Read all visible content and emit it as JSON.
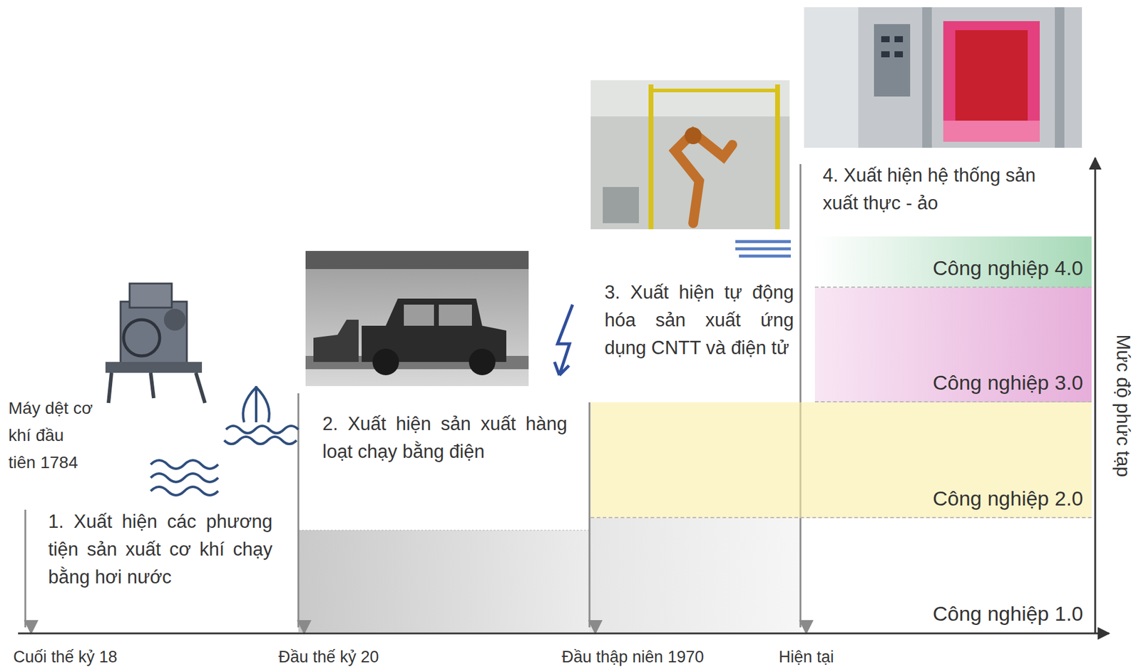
{
  "diagram": {
    "nodes": [
      {
        "text": [
          "Công nghiệp 4.0"
        ]
      },
      {
        "text": [
          "Công nghiệp 3.0"
        ]
      },
      {
        "text": [
          "Công nghiệp 2.0"
        ]
      },
      {
        "text": [
          "Công nghiệp 1.0"
        ]
      }
    ],
    "labels": [
      "Máy dệt cơ khí đầu tiên 1784",
      "1. Xuất hiện các phương tiện sản xuất cơ khí chạy bằng hơi nước",
      "2. Xuất hiện sản xuất hàng loạt chạy bằng điện",
      "3. Xuất hiện tự động hóa sản xuất ứng dụng CNTT và điện tử",
      "4. Xuất hiện hệ thống sản xuất thực - ảo",
      "Cuối thế kỷ 18",
      "Đầu thế kỷ 20",
      "Đầu thập niên 1970",
      "Hiện tại",
      "Mức độ phức tạp"
    ]
  }
}
